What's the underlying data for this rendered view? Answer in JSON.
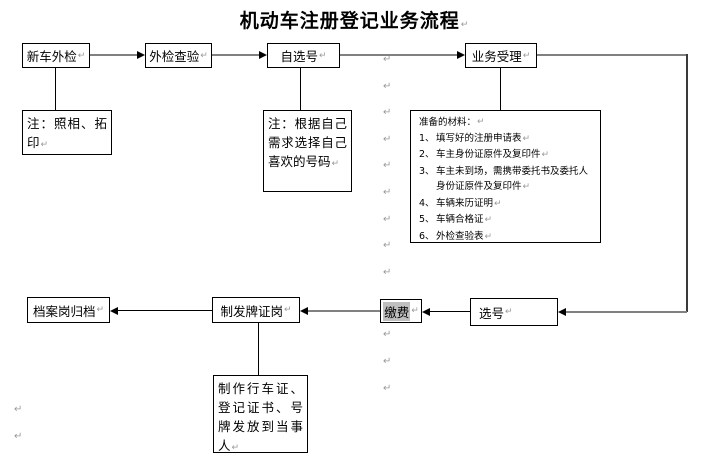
{
  "title": "机动车注册登记业务流程",
  "marks": {
    "return": "↵"
  },
  "flow_top": {
    "box1": "新车外检",
    "box2": "外检查验",
    "box3": "自选号",
    "box4": "业务受理"
  },
  "flow_bottom": {
    "box5": "档案岗归档",
    "box6": "制发牌证岗",
    "box7": "缴费",
    "box8": "选号"
  },
  "notes": {
    "note1": "注：照相、拓印",
    "note2": "注：根据自己需求选择自己喜欢的号码",
    "note3": "制作行车证、登记证书、号牌发放到当事人"
  },
  "materials": {
    "heading": "准备的材料：",
    "numbers": [
      "1、",
      "2、",
      "3、",
      "4、",
      "5、",
      "6、"
    ],
    "items": [
      "填写好的注册申请表",
      "车主身份证原件及复印件",
      "车主未到场，需携带委托书及委托人身份证原件及复印件",
      "车辆来历证明",
      "车辆合格证",
      "外检查验表"
    ]
  },
  "colors": {
    "box_border": "#000000",
    "connector_gray": "#808080",
    "connector_black": "#000000",
    "paragraph_mark": "#9a9a9a",
    "payment_highlight": "#bfbfbf",
    "background": "#ffffff"
  }
}
